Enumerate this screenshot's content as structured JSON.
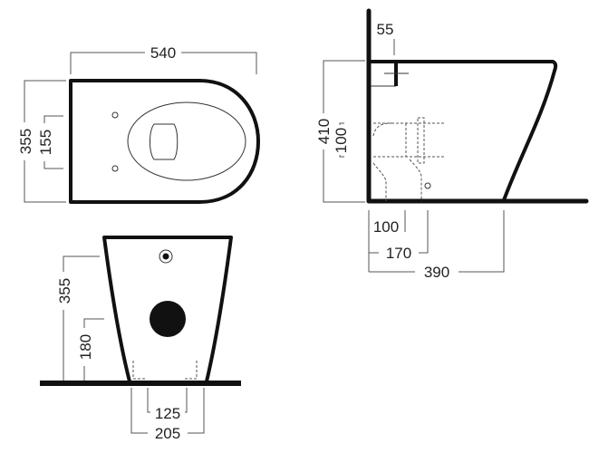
{
  "top_view": {
    "width": "540",
    "depth": "355",
    "fixing_spacing": "155"
  },
  "side_view": {
    "height": "410",
    "inlet_offset": "55",
    "outlet_height": "100",
    "outlet_distance_1": "100",
    "outlet_distance_2": "170",
    "length": "390"
  },
  "front_view": {
    "height": "355",
    "outlet_height": "180",
    "fixing_spacing": "125",
    "base_width": "205"
  },
  "colors": {
    "line": "#111111",
    "dimension": "#555555",
    "background": "#ffffff"
  }
}
